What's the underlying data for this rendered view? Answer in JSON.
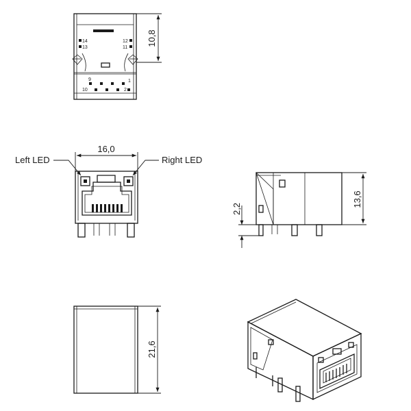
{
  "dimensions": {
    "top_height": "10,8",
    "front_width": "16,0",
    "side_pin": "2,2",
    "side_height": "13,6",
    "bottom_height": "21,6"
  },
  "labels": {
    "left_led": "Left LED",
    "right_led": "Right LED"
  },
  "pin_numbers": {
    "p14": "14",
    "p13": "13",
    "p12": "12",
    "p11": "11",
    "p9": "9",
    "p1": "1",
    "p10": "10",
    "p2": "2"
  }
}
